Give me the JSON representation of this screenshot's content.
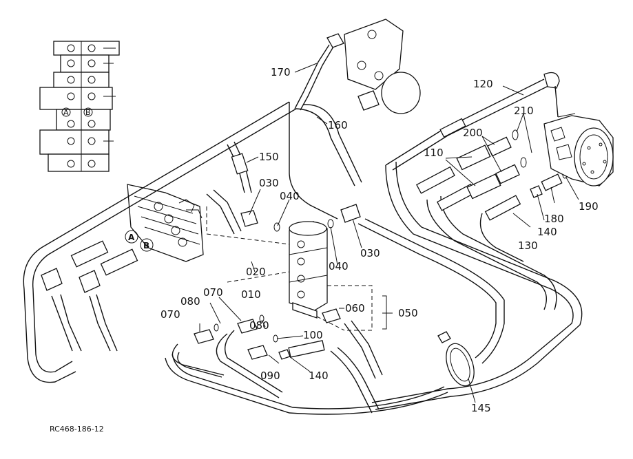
{
  "parts": {
    "p010": "010",
    "p020": "020",
    "p030a": "030",
    "p030b": "030",
    "p040a": "040",
    "p040b": "040",
    "p050": "050",
    "p060": "060",
    "p070a": "070",
    "p070b": "070",
    "p080a": "080",
    "p080b": "080",
    "p090": "090",
    "p100": "100",
    "p110": "110",
    "p120": "120",
    "p130": "130",
    "p140a": "140",
    "p140b": "140",
    "p145": "145",
    "p150": "150",
    "p160": "160",
    "p170": "170",
    "p180": "180",
    "p190": "190",
    "p200": "200",
    "p210": "210"
  },
  "ports": {
    "a": "A",
    "b": "B"
  },
  "reference_code": "RC468-186-12"
}
